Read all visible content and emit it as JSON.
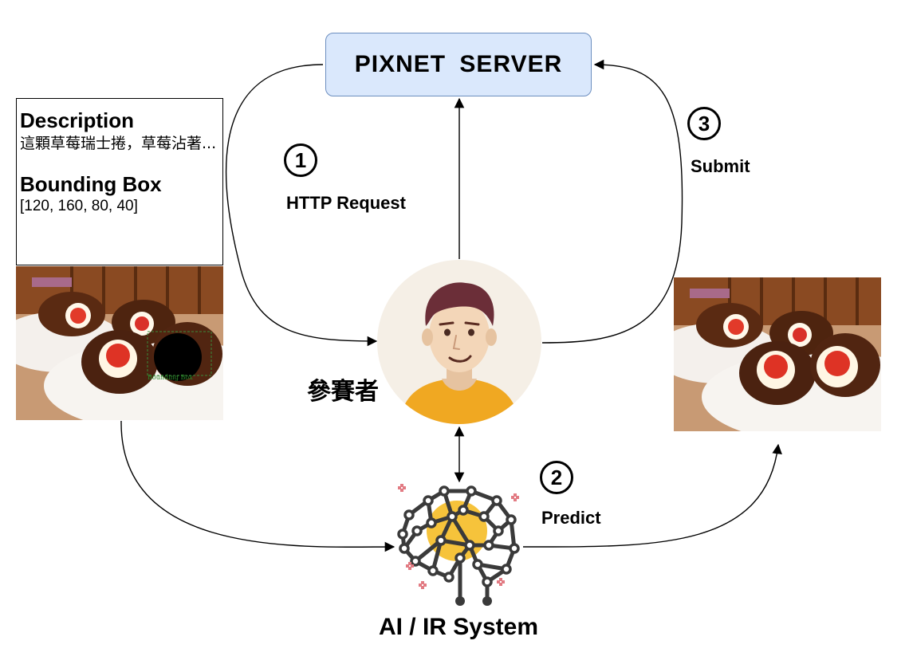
{
  "server": {
    "label": "PIXNET  SERVER"
  },
  "description_box": {
    "description_title": "Description",
    "description_text": "這顆草莓瑞士捲，草莓沾著...",
    "bbox_title": "Bounding Box",
    "bbox_value": "[120, 160, 80, 40]"
  },
  "left_photo": {
    "caption": "Bounding Box"
  },
  "steps": [
    {
      "number": "1",
      "label": "HTTP Request"
    },
    {
      "number": "2",
      "label": "Predict"
    },
    {
      "number": "3",
      "label": "Submit"
    }
  ],
  "participant": {
    "label": "參賽者"
  },
  "ai_system": {
    "label": "AI / IR System"
  },
  "colors": {
    "server_fill": "#dae8fc",
    "server_border": "#6c8ebf",
    "avatar_bg": "#f5efe6",
    "brain_highlight": "#f6c33b",
    "brain_lines": "#3a3a3a",
    "sparkle": "#e27b83"
  }
}
